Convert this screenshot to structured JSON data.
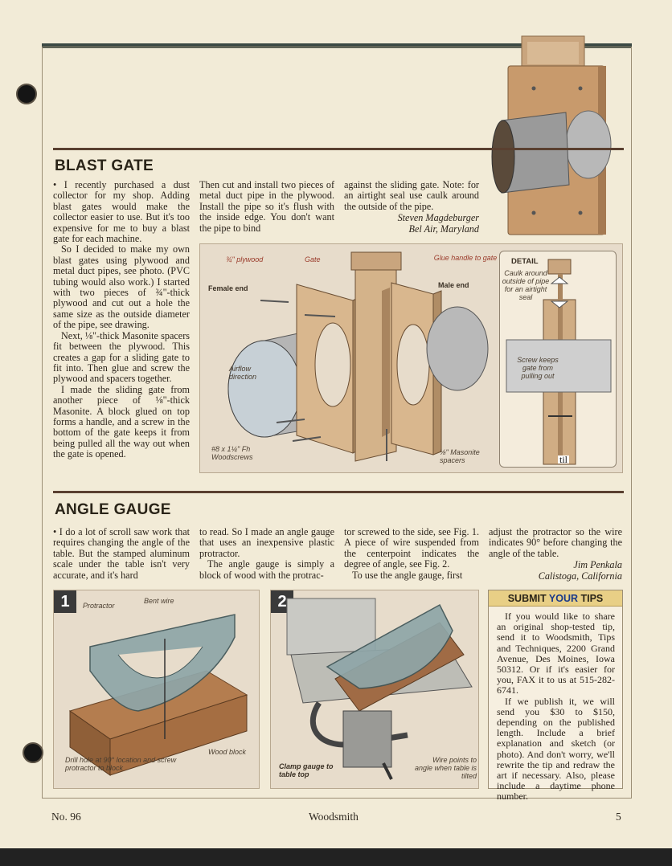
{
  "blast_gate": {
    "title": "BLAST GATE",
    "col1": [
      "• I recently purchased a dust collector for my shop. Adding blast gates would make the collector easier to use. But it's too expensive for me to buy a blast gate for each machine.",
      "So I decided to make my own blast gates using plywood and metal duct pipes, see photo. (PVC tubing would also work.) I started with two pieces of ¾\"-thick plywood and cut out a hole the same size as the outside diameter of the pipe, see drawing.",
      "Next, ⅛\"-thick Masonite spacers fit between the plywood. This creates a gap for a sliding gate to fit into. Then glue and screw the plywood and spacers together.",
      "I made the sliding gate from another piece of ⅛\"-thick Masonite. A block glued on top forms a handle, and a screw in the bottom of the gate keeps it from being pulled all the way out when the gate is opened."
    ],
    "col2": "Then cut and install two pieces of metal duct pipe in the plywood. Install the pipe so it's flush with the inside edge. You don't want the pipe to bind",
    "col3": "against the sliding gate. Note: for an airtight seal use caulk around the outside of the pipe.",
    "author_name": "Steven Magdeburger",
    "author_place": "Bel Air, Maryland",
    "figure_labels": {
      "plywood": "¾\" plywood",
      "gate": "Gate",
      "glue_handle": "Glue handle to gate",
      "female_end": "Female end",
      "male_end": "Male end",
      "airflow": "Airflow direction",
      "screws": "#8 x 1¼\" Fh Woodscrews",
      "spacers": "⅛\" Masonite spacers",
      "detail": "DETAIL",
      "caulk": "Caulk around outside of pipe for an airtight seal",
      "screw_keeps": "Screw keeps gate from pulling out",
      "til": "til"
    }
  },
  "angle_gauge": {
    "title": "ANGLE GAUGE",
    "col1": "• I do a lot of scroll saw work that requires changing the angle of the table. But the stamped aluminum scale under the table isn't very accurate, and it's hard",
    "col2a": "to read. So I made an angle gauge that uses an inexpensive plastic protractor.",
    "col2b": "The angle gauge is simply a block of wood with the protrac-",
    "col3a": "tor screwed to the side, see Fig. 1. A piece of wire suspended from the centerpoint indicates the degree of angle, see Fig. 2.",
    "col3b": "To use the angle gauge, first",
    "col4": "adjust the protractor so the wire indicates 90° before changing the angle of the table.",
    "author_name": "Jim Penkala",
    "author_place": "Calistoga, California",
    "fig1": {
      "num": "1",
      "protractor": "Protractor",
      "bent_wire": "Bent wire",
      "wood_block": "Wood block",
      "drill_hole": "Drill hole at 90° location and screw protractor to block"
    },
    "fig2": {
      "num": "2",
      "clamp": "Clamp gauge to table top",
      "wire_points": "Wire points to angle when table is tilted"
    }
  },
  "tips": {
    "header_pre": "SUBMIT ",
    "header_em": "YOUR",
    "header_post": " TIPS",
    "p1": "If you would like to share an original shop-tested tip, send it to Woodsmith, Tips and Techniques, 2200 Grand Avenue, Des Moines, Iowa 50312. Or if it's easier for you, FAX it to us at 515-282-6741.",
    "p2": "If we publish it, we will send you $30 to $150, depending on the published length. Include a brief explanation and sketch (or photo). And don't worry, we'll rewrite the tip and redraw the art if necessary. Also, please include a daytime phone number."
  },
  "footer": {
    "issue": "No. 96",
    "magazine": "Woodsmith",
    "page": "5"
  }
}
